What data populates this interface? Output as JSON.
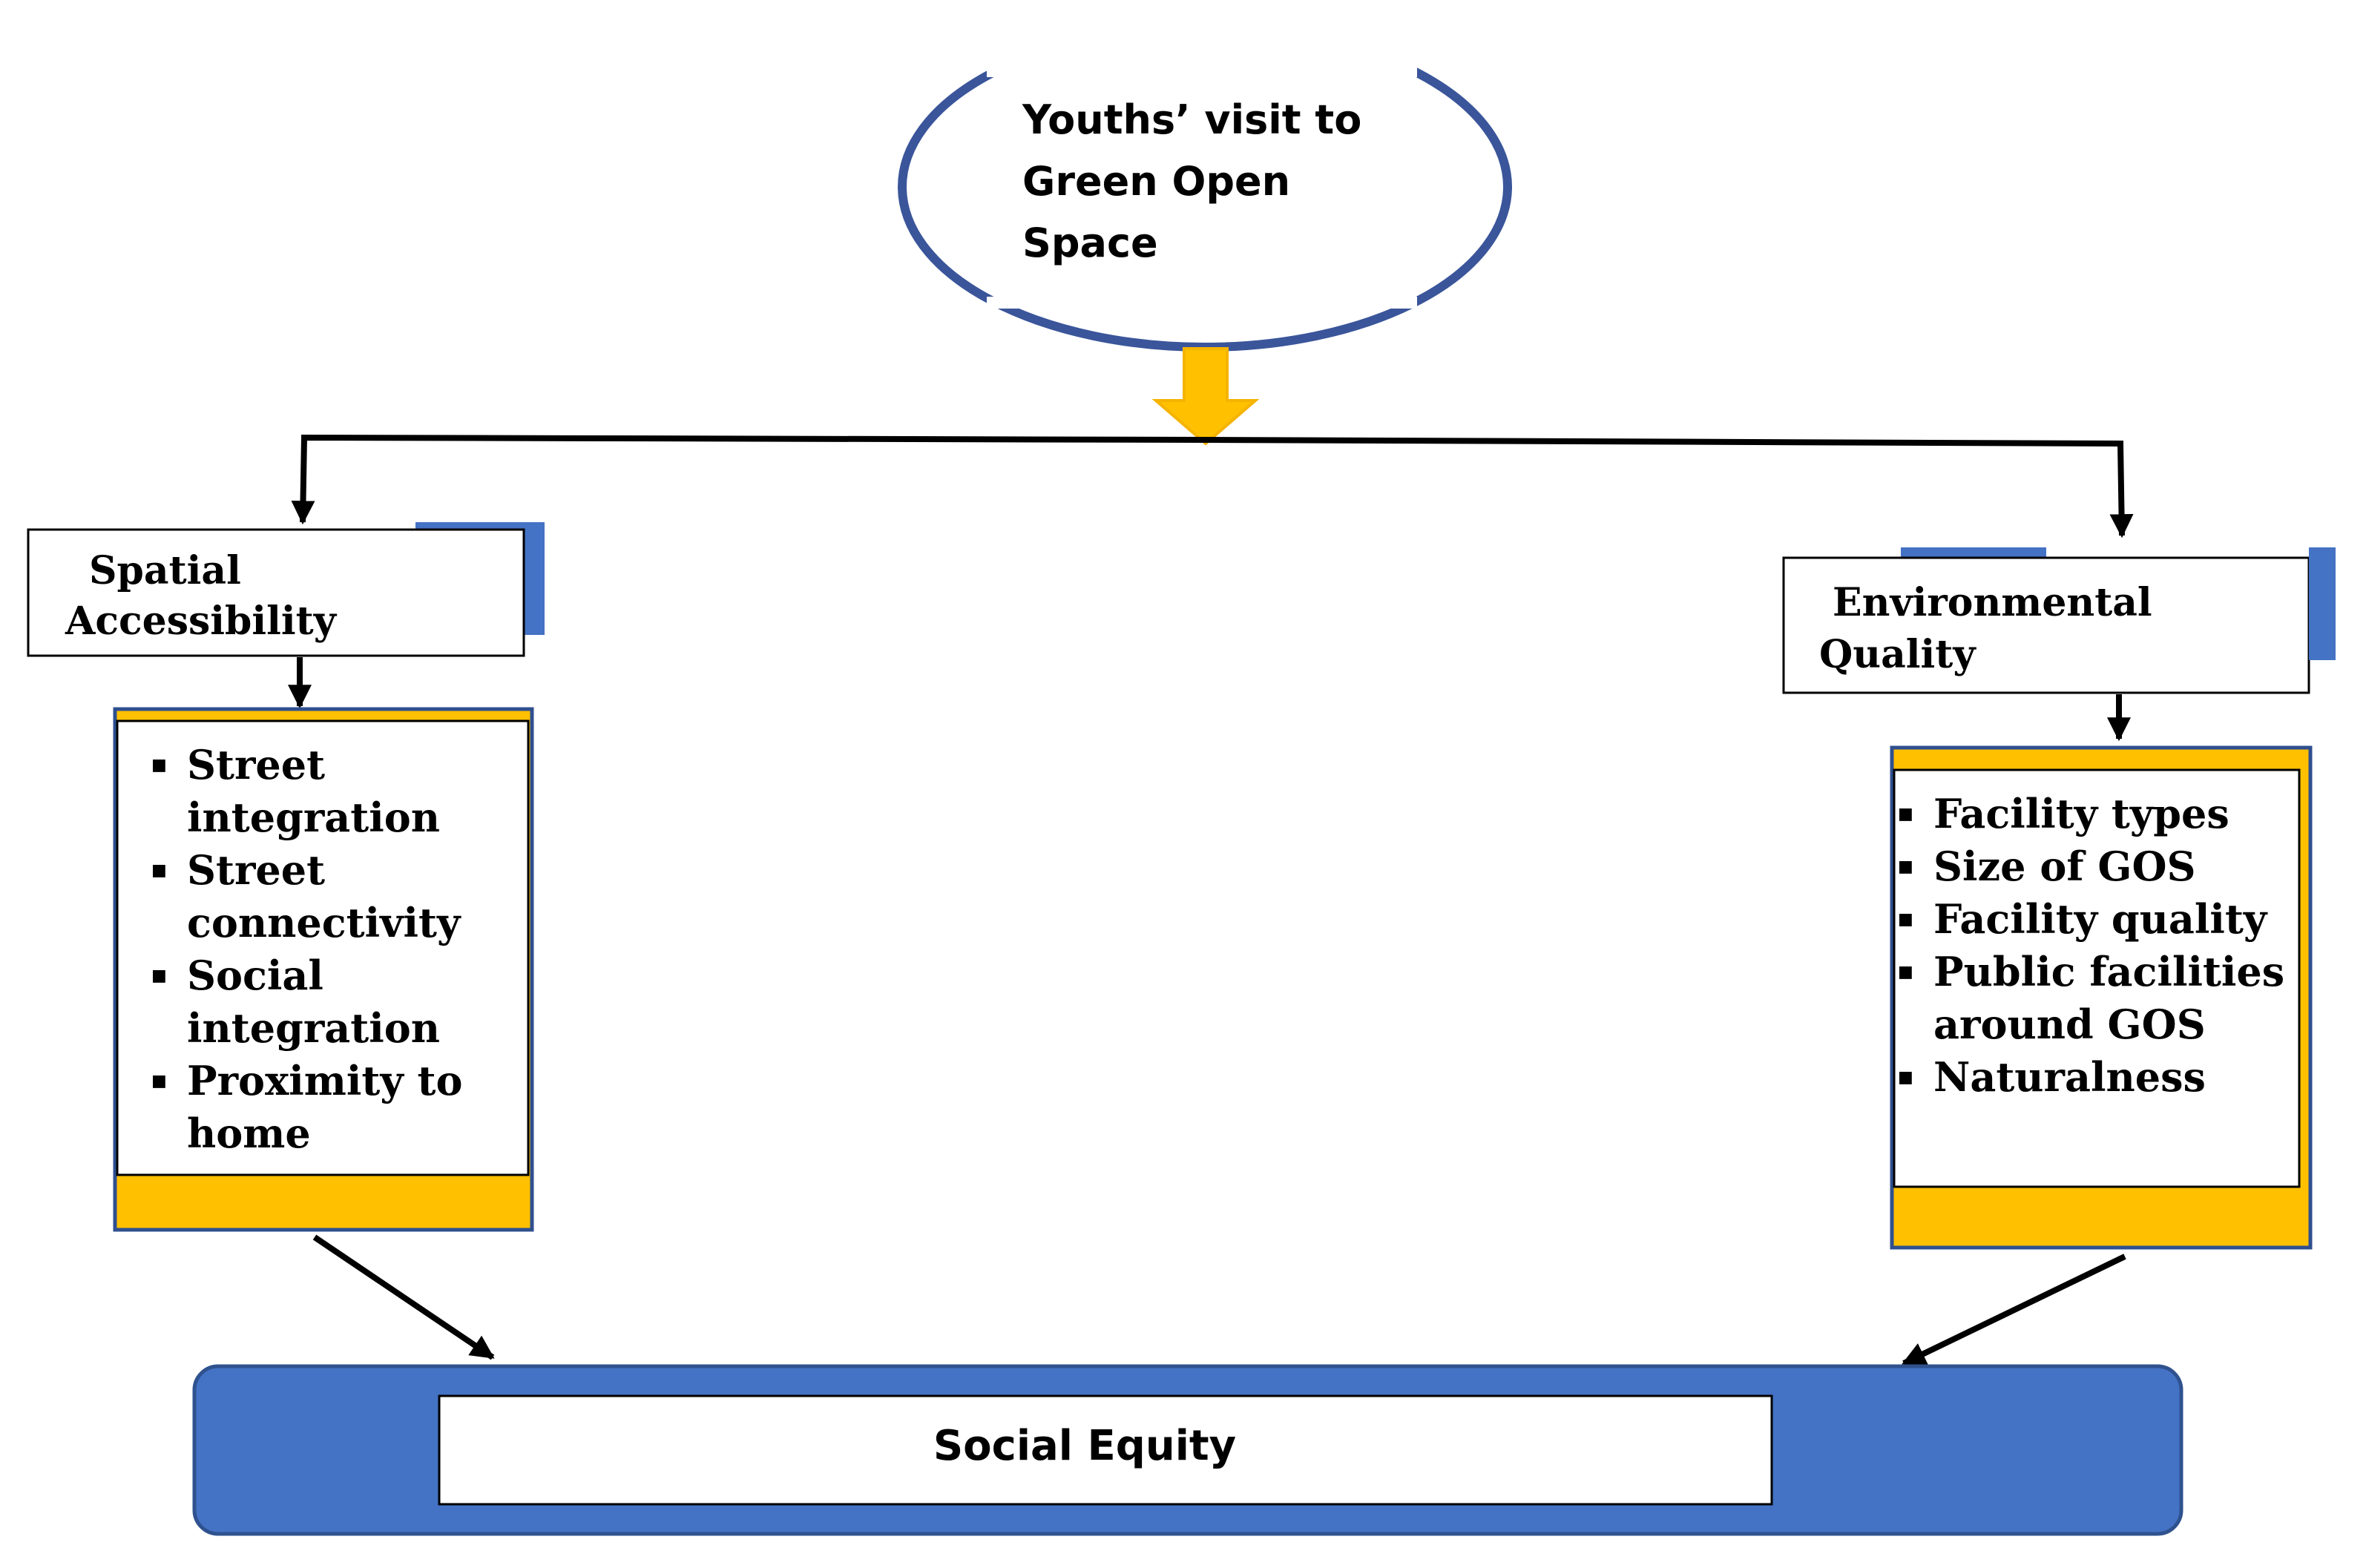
{
  "diagram": {
    "root": {
      "label": "Youths’ visit to Green Open Space"
    },
    "left_branch": {
      "title": "Spatial Accessibility",
      "items": [
        "Street integration",
        "Street connectivity",
        "Social integration",
        "Proximity to home"
      ]
    },
    "right_branch": {
      "title": "Environmental Quality",
      "items": [
        "Facility types",
        "Size of GOS",
        "Facility quality",
        "Public facilities around GOS",
        "Naturalness"
      ]
    },
    "outcome": {
      "label": "Social Equity"
    }
  },
  "colors": {
    "ellipse_stroke": "#3a559a",
    "accent_blue": "#4472c4",
    "accent_yellow": "#ffc000",
    "arrow_yellow": "#ffc000",
    "line": "#000000",
    "box_border": "#2f4f8f"
  }
}
